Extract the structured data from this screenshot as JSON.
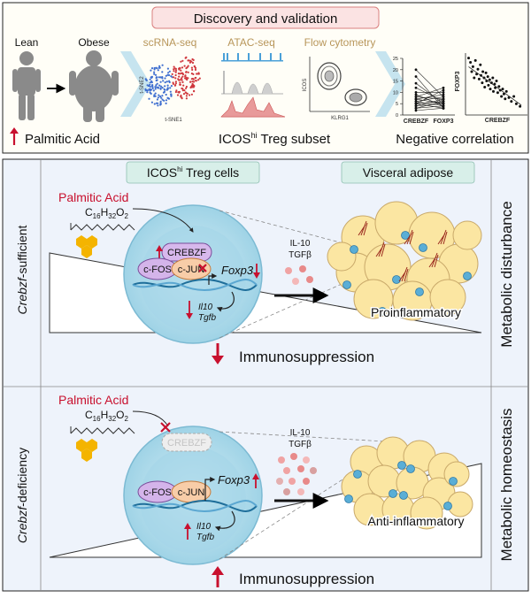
{
  "top": {
    "banner": "Discovery and validation",
    "lean": "Lean",
    "obese": "Obese",
    "palmitic_acid": "Palmitic Acid",
    "scrna": "scRNA-seq",
    "atac": "ATAC-seq",
    "flow": "Flow cytometry",
    "tsne1": "t-SNE1",
    "tsne2": "t-SNE2",
    "icos_axis": "ICOS",
    "klrg1_axis": "KLRG1",
    "icos_subset_pre": "ICOS",
    "icos_subset_sup": "hi",
    "icos_subset_post": " Treg subset",
    "crebzf": "CREBZF",
    "foxp3": "FOXP3",
    "scatter_y": "FOXP3",
    "scatter_x": "CREBZF",
    "neg_corr": "Negative correlation"
  },
  "headers": {
    "icos_pre": "ICOS",
    "icos_sup": "hi",
    "icos_post": " Treg cells",
    "visceral": "Visceral adipose"
  },
  "mid": {
    "palmitic_acid": "Palmitic Acid",
    "formula": "C16H32O2",
    "crebzf": "CREBZF",
    "cfos": "c-FOS",
    "cjun": "c-JUN",
    "foxp3": "Foxp3",
    "il10": "Il10",
    "tgfb": "Tgfb",
    "cytokine_il10": "IL-10",
    "cytokine_tgfb": "TGFβ",
    "state": "Proinflammatory",
    "side_pre": "Crebzf",
    "side_post": "-sufficient",
    "right": "Metabolic disturbance",
    "immuno": "Immunosuppression"
  },
  "bot": {
    "palmitic_acid": "Palmitic Acid",
    "formula": "C16H32O2",
    "crebzf": "CREBZF",
    "cfos": "c-FOS",
    "cjun": "c-JUN",
    "foxp3": "Foxp3",
    "il10": "Il10",
    "tgfb": "Tgfb",
    "cytokine_il10": "IL-10",
    "cytokine_tgfb": "TGFβ",
    "state": "Anti-inflammatory",
    "side_pre": "Crebzf",
    "side_post": "-deficiency",
    "right": "Metabolic homeostasis",
    "immuno": "Immunosuppression"
  },
  "colors": {
    "red": "#c8102e",
    "banner_fill": "#fbe3e3",
    "header_fill": "#d8efe9",
    "cell_fill": "#bfe4ef",
    "nucleus_fill": "#a5d6e8",
    "adipocyte": "#fbe6a2",
    "text_tan": "#b8965a"
  },
  "chart_data": [
    {
      "type": "line",
      "categories": [
        "CREBZF",
        "FOXP3"
      ],
      "ylim": [
        0,
        25
      ],
      "yticks": [
        0,
        5,
        10,
        15,
        20,
        25
      ],
      "series_pairs": [
        [
          20,
          8
        ],
        [
          17,
          3
        ],
        [
          14,
          5
        ],
        [
          12,
          6
        ],
        [
          10,
          10
        ],
        [
          9,
          4
        ],
        [
          8,
          7
        ],
        [
          8,
          12
        ],
        [
          7,
          5
        ],
        [
          7,
          9
        ],
        [
          6,
          4
        ],
        [
          6,
          8
        ],
        [
          5,
          3
        ],
        [
          5,
          6
        ],
        [
          5,
          11
        ],
        [
          4,
          5
        ],
        [
          4,
          7
        ],
        [
          3,
          4
        ],
        [
          3,
          6
        ],
        [
          2,
          3
        ]
      ]
    },
    {
      "type": "scatter",
      "xlabel": "CREBZF",
      "ylabel": "FOXP3",
      "points": [
        [
          0.05,
          0.92
        ],
        [
          0.08,
          0.85
        ],
        [
          0.1,
          0.7
        ],
        [
          0.12,
          0.78
        ],
        [
          0.14,
          0.6
        ],
        [
          0.16,
          0.88
        ],
        [
          0.18,
          0.66
        ],
        [
          0.2,
          0.74
        ],
        [
          0.22,
          0.58
        ],
        [
          0.24,
          0.81
        ],
        [
          0.25,
          0.64
        ],
        [
          0.27,
          0.52
        ],
        [
          0.28,
          0.7
        ],
        [
          0.3,
          0.6
        ],
        [
          0.31,
          0.45
        ],
        [
          0.33,
          0.68
        ],
        [
          0.34,
          0.55
        ],
        [
          0.36,
          0.62
        ],
        [
          0.37,
          0.48
        ],
        [
          0.39,
          0.57
        ],
        [
          0.4,
          0.42
        ],
        [
          0.42,
          0.52
        ],
        [
          0.44,
          0.6
        ],
        [
          0.45,
          0.38
        ],
        [
          0.47,
          0.5
        ],
        [
          0.48,
          0.44
        ],
        [
          0.5,
          0.55
        ],
        [
          0.52,
          0.36
        ],
        [
          0.54,
          0.46
        ],
        [
          0.56,
          0.4
        ],
        [
          0.58,
          0.3
        ],
        [
          0.6,
          0.42
        ],
        [
          0.62,
          0.34
        ],
        [
          0.64,
          0.26
        ],
        [
          0.66,
          0.38
        ],
        [
          0.7,
          0.28
        ],
        [
          0.74,
          0.22
        ],
        [
          0.78,
          0.3
        ],
        [
          0.82,
          0.18
        ],
        [
          0.88,
          0.14
        ]
      ],
      "trend": [
        [
          0.05,
          0.78
        ],
        [
          0.9,
          0.16
        ]
      ]
    }
  ]
}
